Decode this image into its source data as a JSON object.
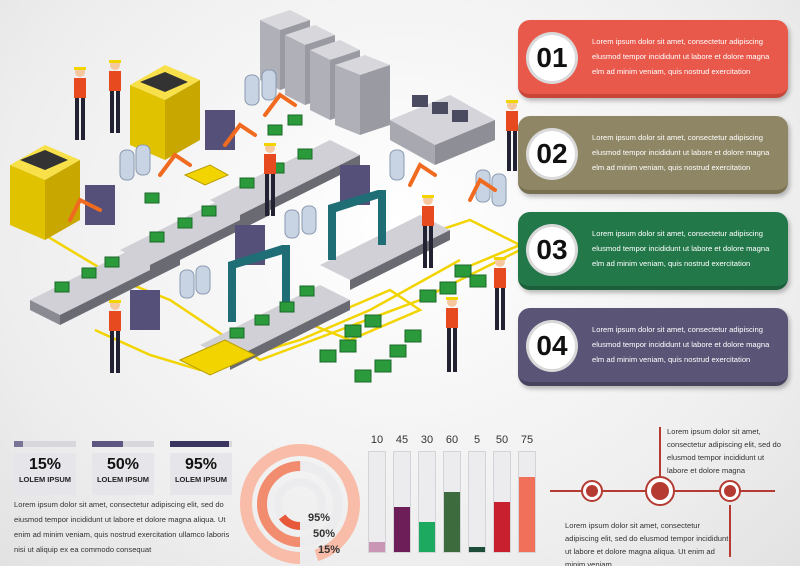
{
  "cards": [
    {
      "number": "01",
      "text": "Lorem ipsum dolor sit amet, consectetur adipiscing elusmod tempor incididunt ut labore et dolore magna elm ad minim veniam, quis nostrud exercitation",
      "color": "#e8584b",
      "accent": "#c94538"
    },
    {
      "number": "02",
      "text": "Lorem ipsum dolor sit amet, consectetur adipiscing elusmod tempor incididunt ut labore et dolore magna elm ad minim veniam, quis nostrud exercitation",
      "color": "#8e8664",
      "accent": "#777050"
    },
    {
      "number": "03",
      "text": "Lorem ipsum dolor sit amet, consectetur adipiscing elusmod tempor incididunt ut labore et dolore magna elm ad minim veniam, quis nostrud exercitation",
      "color": "#23784a",
      "accent": "#1b603a"
    },
    {
      "number": "04",
      "text": "Lorem ipsum dolor sit amet, consectetur adipiscing elusmod tempor incididunt ut labore et dolore magna elm ad minim veniam, quis nostrud exercitation",
      "color": "#5a5577",
      "accent": "#47435f"
    }
  ],
  "stats": [
    {
      "percent": "15%",
      "label": "LOLEM IPSUM",
      "value": 0.15,
      "color": "#7a7496"
    },
    {
      "percent": "50%",
      "label": "LOLEM IPSUM",
      "value": 0.5,
      "color": "#5c5680"
    },
    {
      "percent": "95%",
      "label": "LOLEM IPSUM",
      "value": 0.95,
      "color": "#3a3560"
    }
  ],
  "left_paragraph": "Lorem ipsum dolor sit amet, consectetur adipiscing elit, sed do eiusmod tempor incididunt ut labore et dolore magna aliqua. Ut enim ad minim veniam, quis nostrud exercitation ullamco laboris nisi ut aliquip ex ea commodo consequat",
  "ring": {
    "labels": [
      "95%",
      "50%",
      "15%"
    ],
    "values": [
      0.95,
      0.5,
      0.15
    ],
    "colors": [
      "#f8bca8",
      "#f28c6e",
      "#e8583a"
    ]
  },
  "bars": [
    {
      "label": "10",
      "value": 10,
      "color": "#c996b6"
    },
    {
      "label": "45",
      "value": 45,
      "color": "#6d1e58"
    },
    {
      "label": "30",
      "value": 30,
      "color": "#1ea960"
    },
    {
      "label": "60",
      "value": 60,
      "color": "#3e6b3e"
    },
    {
      "label": "5",
      "value": 5,
      "color": "#1e4e3a"
    },
    {
      "label": "50",
      "value": 50,
      "color": "#c8202e"
    },
    {
      "label": "75",
      "value": 75,
      "color": "#f0705a"
    }
  ],
  "timeline": {
    "top_text": "Lorem ipsum dolor sit amet, consectetur adipiscing elit, sed do elusmod tempor incididunt ut labore et dolore magna",
    "bottom_text": "Lorem ipsum dolor sit amet, consectetur adipiscing elit, sed do elusmod tempor incididunt ut labore et dolore magna aliqua. Ut enim ad minim veniam,",
    "color": "#b53a32"
  }
}
